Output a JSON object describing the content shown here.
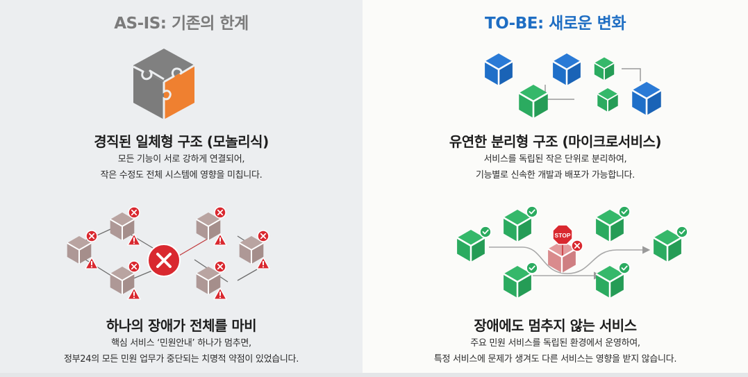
{
  "as_is": {
    "title": "AS-IS: 기존의 한계",
    "title_color": "#7b7b7b",
    "background": "#eceef0",
    "section1": {
      "icon": "puzzle-cube-icon",
      "heading": "경직된 일체형 구조 (모놀리식)",
      "desc_line1": "모든 기능이 서로 강하게 연결되어,",
      "desc_line2": "작은 수정도 전체 시스템에 영향을 미칩니다."
    },
    "section2": {
      "icon": "cascading-failure-network-icon",
      "heading": "하나의 장애가 전체를 마비",
      "desc_line1": "핵심 서비스 ‘민원안내’ 하나가 멈추면,",
      "desc_line2": "정부24의 모든 민원 업무가 중단되는 치명적 약점이 있었습니다."
    },
    "colors": {
      "gray": "#808080",
      "orange": "#ef8030",
      "failed_cube": "#b09a97",
      "error_red": "#d9282f"
    }
  },
  "to_be": {
    "title": "TO-BE: 새로운 변화",
    "title_color": "#1f6ec3",
    "background": "#fbfbf9",
    "section1": {
      "icon": "microservice-cubes-icon",
      "heading": "유연한 분리형 구조 (마이크로서비스)",
      "desc_line1": "서비스를 독립된 작은 단위로 분리하여,",
      "desc_line2": "기능별로 신속한 개발과 배포가 가능합니다."
    },
    "section2": {
      "icon": "fault-isolation-network-icon",
      "stop_sign_label": "STOP",
      "heading": "장애에도 멈추지 않는 서비스",
      "desc_line1": "주요 민원 서비스를 독립된 환경에서 운영하여,",
      "desc_line2": "특정 서비스에 문제가 생겨도 다른 서비스는 영향을 받지 않습니다."
    },
    "colors": {
      "blue": "#1f6fc8",
      "green": "#2bab60",
      "failed_cube": "#d9898b",
      "error_red": "#d9282f"
    }
  }
}
